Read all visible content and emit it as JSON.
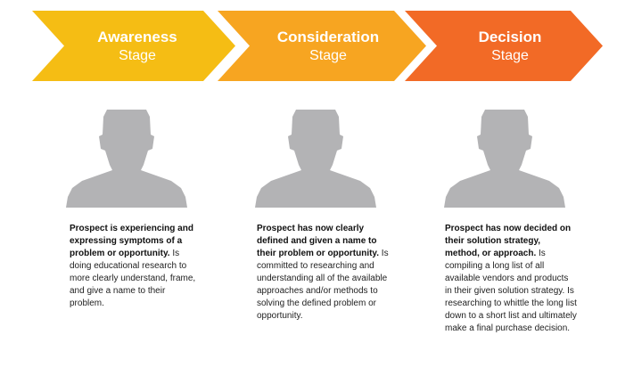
{
  "stages": [
    {
      "title": "Awareness",
      "subtitle": "Stage",
      "color": "#F5BD14"
    },
    {
      "title": "Consideration",
      "subtitle": "Stage",
      "color": "#F7A521"
    },
    {
      "title": "Decision",
      "subtitle": "Stage",
      "color": "#F26A26"
    }
  ],
  "person_icon_color": "#B3B3B5",
  "descriptions": [
    {
      "bold": "Prospect is experiencing and expressing symptoms of a problem or opportunity.",
      "text": " Is doing educational research to more clearly understand, frame, and give a name to their problem."
    },
    {
      "bold": "Prospect has now clearly defined and given a name to their problem or opportunity.",
      "text": " Is committed to researching and understanding all of the available approaches and/or methods to solving the defined problem or opportunity."
    },
    {
      "bold": "Prospect has now decided on their solution strategy, method, or approach.",
      "text": " Is compiling a long list of all available vendors and products in their given solution strategy. Is researching to whittle the long list down to a short list and ultimately make a final purchase decision."
    }
  ]
}
